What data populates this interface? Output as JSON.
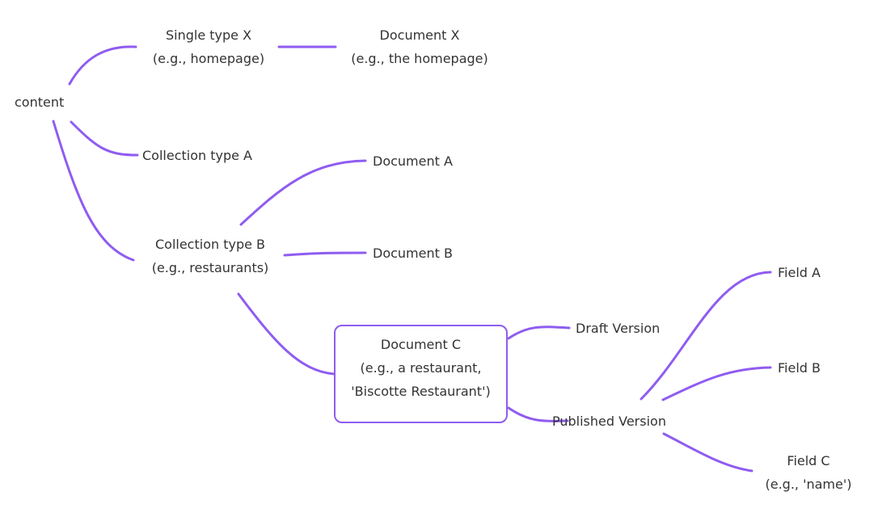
{
  "diagram": {
    "type": "mindmap",
    "title": "",
    "accent_color": "#8f5cf0",
    "text_color": "#333333",
    "background_color": "#ffffff",
    "nodes": [
      {
        "id": "content",
        "lines": [
          "content"
        ],
        "shape": "plain"
      },
      {
        "id": "single-type-x",
        "lines": [
          "Single type X",
          "(e.g., homepage)"
        ],
        "shape": "plain"
      },
      {
        "id": "document-x",
        "lines": [
          "Document X",
          "(e.g., the homepage)"
        ],
        "shape": "plain"
      },
      {
        "id": "collection-type-a",
        "lines": [
          "Collection type A"
        ],
        "shape": "plain"
      },
      {
        "id": "document-a",
        "lines": [
          "Document A"
        ],
        "shape": "plain"
      },
      {
        "id": "collection-type-b",
        "lines": [
          "Collection type B",
          "(e.g., restaurants)"
        ],
        "shape": "plain"
      },
      {
        "id": "document-b",
        "lines": [
          "Document B"
        ],
        "shape": "plain"
      },
      {
        "id": "document-c",
        "lines": [
          "Document C",
          "(e.g., a restaurant,",
          "'Biscotte Restaurant')"
        ],
        "shape": "rounded-rect"
      },
      {
        "id": "draft-version",
        "lines": [
          "Draft Version"
        ],
        "shape": "plain"
      },
      {
        "id": "published-version",
        "lines": [
          "Published Version"
        ],
        "shape": "plain"
      },
      {
        "id": "field-a",
        "lines": [
          "Field A"
        ],
        "shape": "plain"
      },
      {
        "id": "field-b",
        "lines": [
          "Field B"
        ],
        "shape": "plain"
      },
      {
        "id": "field-c",
        "lines": [
          "Field C",
          "(e.g., 'name')"
        ],
        "shape": "plain"
      }
    ],
    "edges": [
      {
        "from": "content",
        "to": "single-type-x"
      },
      {
        "from": "single-type-x",
        "to": "document-x"
      },
      {
        "from": "content",
        "to": "collection-type-a"
      },
      {
        "from": "collection-type-a",
        "to": "document-a"
      },
      {
        "from": "content",
        "to": "collection-type-b"
      },
      {
        "from": "collection-type-b",
        "to": "document-b"
      },
      {
        "from": "collection-type-b",
        "to": "document-c"
      },
      {
        "from": "document-c",
        "to": "draft-version"
      },
      {
        "from": "document-c",
        "to": "published-version"
      },
      {
        "from": "published-version",
        "to": "field-a"
      },
      {
        "from": "published-version",
        "to": "field-b"
      },
      {
        "from": "published-version",
        "to": "field-c"
      }
    ]
  }
}
